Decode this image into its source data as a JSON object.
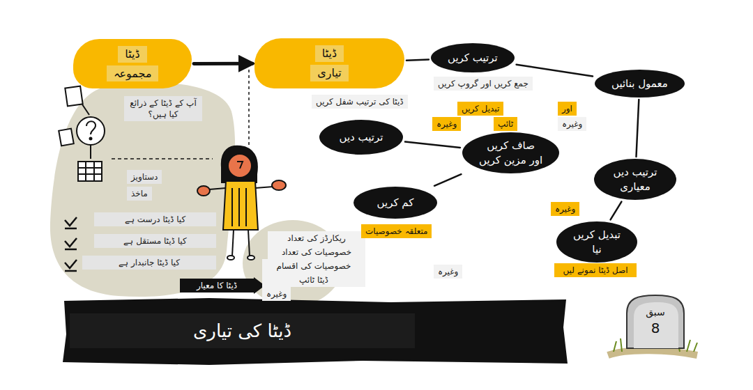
{
  "diagram": {
    "title": "ڈیٹا کی تیاری",
    "nodes": [
      {
        "text": [
          "ڈیٹا",
          "مجموعہ"
        ]
      },
      {
        "text": [
          "ڈیٹا",
          "تیاری"
        ]
      },
      {
        "text": [
          "ترتیب کریں"
        ]
      },
      {
        "text": [
          "معمول بنائیں"
        ]
      },
      {
        "text": [
          "ترتیب دیں"
        ]
      },
      {
        "text": [
          "صاف کریں",
          "اور مزین کریں"
        ]
      },
      {
        "text": [
          "کم کریں"
        ]
      },
      {
        "text": [
          "ترتیب دیں",
          "معیاری"
        ]
      },
      {
        "text": [
          "تبدیل کریں",
          "نیا"
        ]
      },
      {
        "text": [
          "سبق",
          "8"
        ]
      }
    ],
    "edges": [
      {
        "from": 0,
        "to": 1,
        "arrow": "to"
      },
      {
        "from": 1,
        "to": 2,
        "arrow": "none"
      },
      {
        "from": 2,
        "to": 3,
        "arrow": "none"
      },
      {
        "from": 4,
        "to": 5,
        "arrow": "none"
      },
      {
        "from": 6,
        "to": 5,
        "arrow": "none"
      },
      {
        "from": 3,
        "to": 7,
        "arrow": "none"
      },
      {
        "from": 7,
        "to": 8,
        "arrow": "none"
      }
    ],
    "labels": [
      "آپ کے ڈیٹا کے ذرائع کیا ہیں؟",
      "دستاویز",
      "ماخذ",
      "کیا ڈیٹا درست ہے",
      "کیا ڈیٹا مستقل ہے",
      "کیا ڈیٹا جانبدار ہے",
      "ڈیٹا کا معیار",
      "ریکارڈز کی تعداد",
      "خصوصیات کی تعداد",
      "خصوصیات کی اقسام",
      "ڈیٹا ٹائپ",
      "وغیرہ",
      "ڈیٹا کی ترتیب شفل کریں",
      "جمع کریں اور گروپ کریں",
      "تبدیل کریں",
      "ٹائپ",
      "وغیرہ",
      "اور",
      "وغیرہ",
      "متعلقہ خصوصیات",
      "وغیرہ",
      "اصل ڈیٹا نمونے لیں",
      "وغیرہ"
    ]
  }
}
